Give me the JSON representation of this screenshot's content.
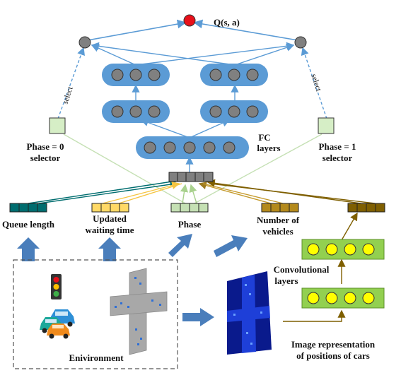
{
  "labels": {
    "q_value": "Q(s, a)",
    "fc_layers_1": "FC",
    "fc_layers_2": "layers",
    "select_left": "select",
    "select_right": "select",
    "phase0_1": "Phase = 0",
    "phase0_2": "selector",
    "phase1_1": "Phase = 1",
    "phase1_2": "selector",
    "queue_length": "Queue length",
    "updated_1": "Updated",
    "updated_2": "waiting time",
    "phase": "Phase",
    "vehicles_1": "Number of",
    "vehicles_2": "vehicles",
    "conv_1": "Convolutional",
    "conv_2": "layers",
    "environment": "Enivironment",
    "image_rep_1": "Image representation",
    "image_rep_2": "of positions of cars"
  },
  "colors": {
    "network_block": "#5b9bd5",
    "neuron": "#808080",
    "output_neuron": "#e8101a",
    "selector": "#d6eec6",
    "conv_block": "#92d050",
    "conv_neuron": "#ffff00",
    "queue_feature": "#006d6f",
    "waiting_feature": "#ffd966",
    "phase_feature": "#c5e0b4",
    "vehicles_feature": "#b48a1c",
    "conv_feature": "#7f5f00",
    "arrow": "#4a7ebb"
  },
  "icons": [
    "traffic-light-icon",
    "cars-icon",
    "intersection-map-icon",
    "car-position-image-icon"
  ]
}
